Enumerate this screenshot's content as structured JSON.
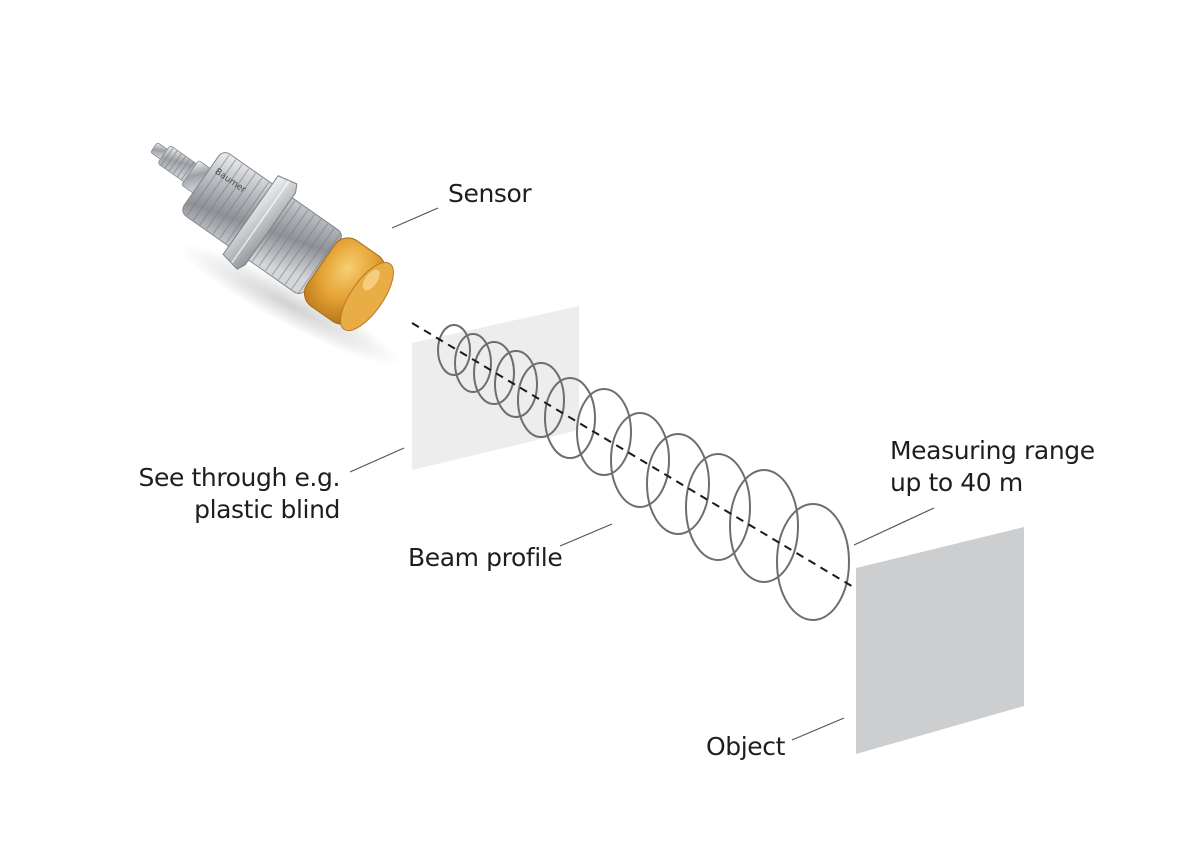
{
  "labels": {
    "sensor": "Sensor",
    "see_through_line1": "See through e.g.",
    "see_through_line2": "plastic blind",
    "beam_profile": "Beam profile",
    "measuring_range_line1": "Measuring range",
    "measuring_range_line2": "up to 40 m",
    "object": "Object"
  },
  "sensor_brand_text": "Baumer",
  "colors": {
    "lens": "#e3a030",
    "housing": "#b9bcc0",
    "beam_rings": "#6e6e6e",
    "blind_panel": "#ececec",
    "object_panel": "#cdcecf",
    "leader_lines": "#555555",
    "text": "#1e1e1e"
  }
}
